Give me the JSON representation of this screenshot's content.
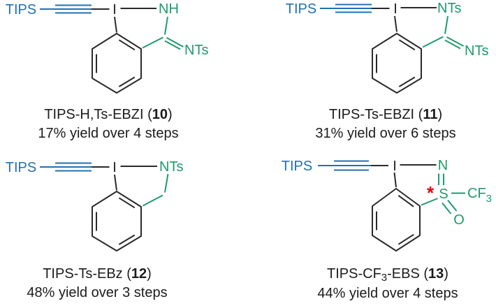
{
  "palette": {
    "tips_alkyne_blue": "#2271b3",
    "heteroatom_green": "#1e9b6c",
    "skeleton_black": "#2a2a2a",
    "asterisk_red": "#e8000b",
    "background": "#ffffff"
  },
  "structures": {
    "s10": {
      "tips": "TIPS",
      "iodine": "I",
      "ring_n": "NH",
      "imine_n": "NTs",
      "caption_pre": "TIPS-H,Ts-EBZI (",
      "caption_num": "10",
      "caption_post": ")",
      "yield": "17% yield over 4 steps"
    },
    "s11": {
      "tips": "TIPS",
      "iodine": "I",
      "ring_n": "NTs",
      "imine_n": "NTs",
      "caption_pre": "TIPS-Ts-EBZI (",
      "caption_num": "11",
      "caption_post": ")",
      "yield": "31% yield over 6 steps"
    },
    "s12": {
      "tips": "TIPS",
      "iodine": "I",
      "ring_n": "NTs",
      "caption_pre": "TIPS-Ts-EBz (",
      "caption_num": "12",
      "caption_post": ")",
      "yield": "48% yield over 3 steps"
    },
    "s13": {
      "tips": "TIPS",
      "iodine": "I",
      "n": "N",
      "s": "S",
      "o": "O",
      "cf": "CF",
      "cf_sub": "3",
      "star": "*",
      "caption_pre1": "TIPS-CF",
      "caption_sub": "3",
      "caption_pre2": "-EBS (",
      "caption_num": "13",
      "caption_post": ")",
      "yield": "44% yield over 4 steps"
    }
  }
}
